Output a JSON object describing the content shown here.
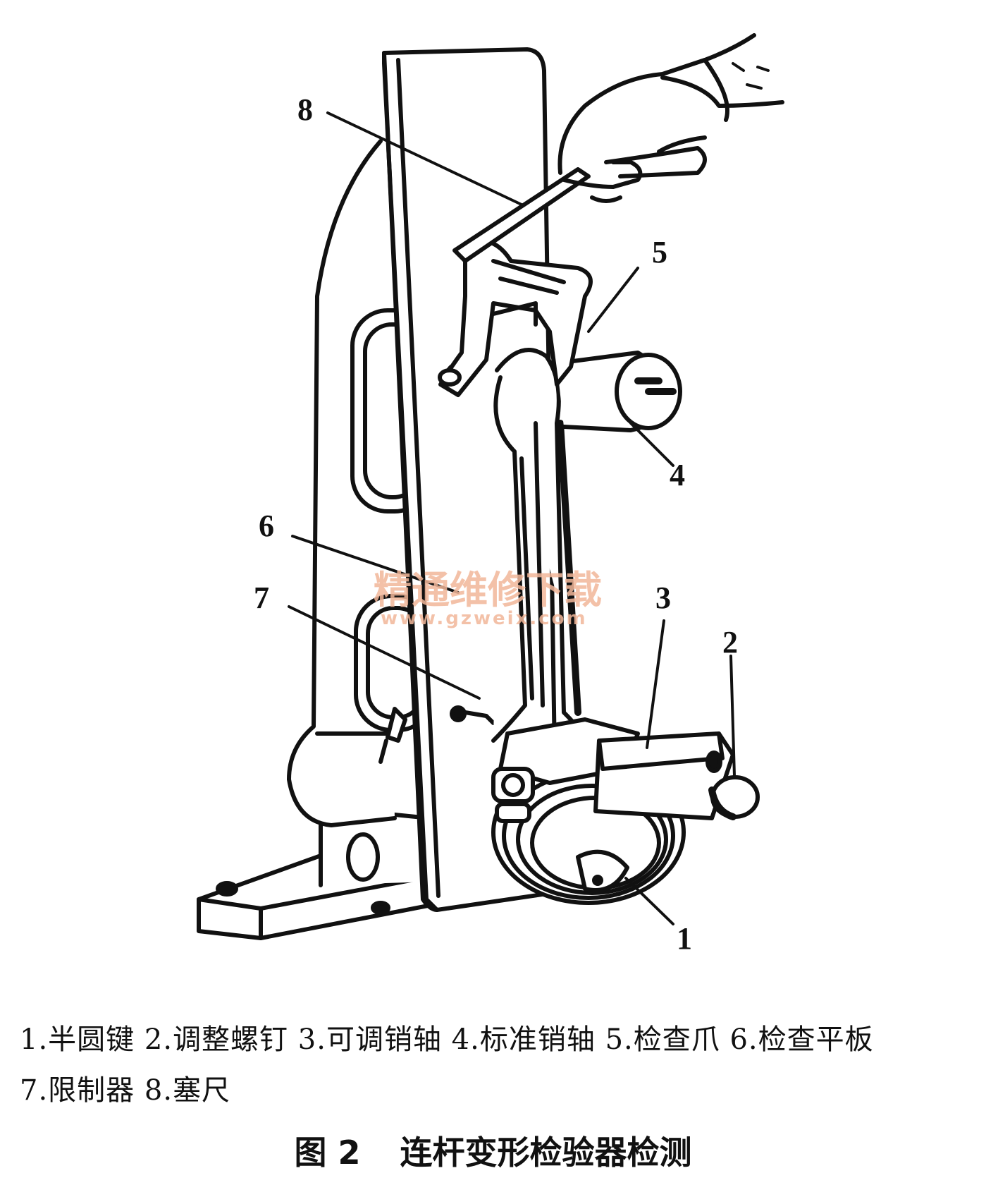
{
  "figure": {
    "callouts": [
      {
        "num": "8"
      },
      {
        "num": "5"
      },
      {
        "num": "4"
      },
      {
        "num": "6"
      },
      {
        "num": "7"
      },
      {
        "num": "3"
      },
      {
        "num": "2"
      },
      {
        "num": "1"
      }
    ],
    "watermark": {
      "text": "精通维修下载",
      "url": "www.gzweix.com"
    }
  },
  "legend": {
    "items": [
      {
        "num": "1.",
        "label": "半圆键"
      },
      {
        "num": "2.",
        "label": "调整螺钉"
      },
      {
        "num": "3.",
        "label": "可调销轴"
      },
      {
        "num": "4.",
        "label": "标准销轴"
      },
      {
        "num": "5.",
        "label": "检查爪"
      },
      {
        "num": "6.",
        "label": "检查平板"
      },
      {
        "num": "7.",
        "label": "限制器"
      },
      {
        "num": "8.",
        "label": "塞尺"
      }
    ]
  },
  "caption": {
    "figure_no": "图 2",
    "title": "连杆变形检验器检测"
  }
}
